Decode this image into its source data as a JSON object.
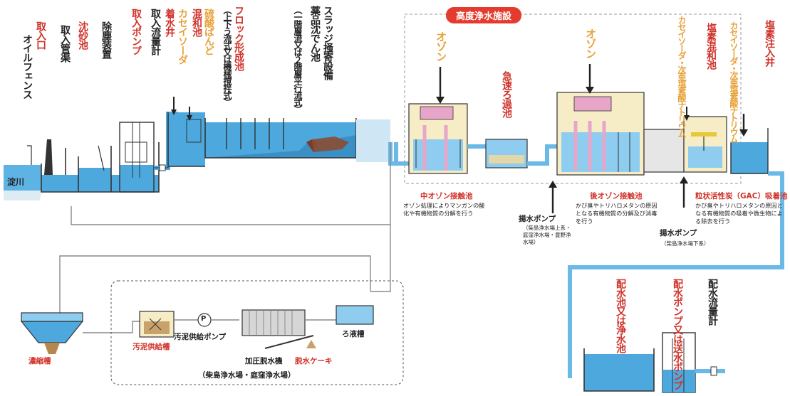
{
  "labels": {
    "oil_fence": "オイルフェンス",
    "intake": "取入口",
    "intake_culvert": "取入管渠",
    "grit_basin": "沈砂池",
    "dust_remover": "除塵装置",
    "intake_pump": "取入ポンプ",
    "intake_flowmeter": "取入流量計",
    "receiving_well": "着水井",
    "caustic_soda": "カセイソーダ",
    "mixing_basin": "混和池",
    "aluminum_sulfate": "硫酸ばんど",
    "flocculation_basin": "フロック形成池",
    "flocculation_note": "（上下う流式又は機械撹拌式）",
    "sedimentation_basin": "薬品沈でん池",
    "sedimentation_note": "（一階層流又は２階層平行流式）",
    "sludge_scraper": "スラッジ掻寄設備",
    "river": "淀川",
    "ozone_1": "オゾン",
    "ozone_2": "オゾン",
    "rapid_sand_filter": "急速ろ過池",
    "chlorine": "塩素混和池",
    "hypochlorite_1": "カセイソーダ・次亜塩素酸ナトリウム",
    "hypochlorite_2": "カセイソーダ・次亜塩素酸ナトリウム",
    "chlorine_injection_well": "塩素注入井",
    "mid_ozone_title": "中オゾン接触池",
    "mid_ozone_note": "オゾン処理によりマンガンの酸化や有機物質の分解を行う",
    "post_ozone_title": "後オゾン接触池",
    "post_ozone_note": "かび臭やトリハロメタンの原因となる有機物質の分解及び消毒を行う",
    "gac_title": "粒状活性炭（GAC）吸着池",
    "gac_note": "かび臭やトリハロメタンの原因となる有機物質の吸着や微生物による除去を行う",
    "lift_pump_1": "揚水ポンプ",
    "lift_pump_1_note": "（柴島浄水場上系・庭窪浄水場・豊野浄水場）",
    "lift_pump_2": "揚水ポンプ",
    "lift_pump_2_note": "（柴島浄水場下系）",
    "distribution_reservoir": "配水池又は浄水池",
    "distribution_pump": "配水ポンプ又は送水ポンプ",
    "distribution_flowmeter": "配水流量計",
    "thickener": "濃縮槽",
    "sludge_supply_tank": "汚泥供給槽",
    "sludge_supply_pump": "汚泥供給ポンプ",
    "pump_symbol": "P",
    "filter_press": "加圧脱水機",
    "dewatered_cake": "脱水ケーキ",
    "filtrate_tank": "ろ液槽",
    "sludge_plant": "（柴島浄水場・庭窪浄水場）",
    "advanced_facility": "高度浄水施設"
  },
  "colors": {
    "water": "#4da8de",
    "water_light": "#9ad3f0",
    "accent_red": "#d0322a",
    "accent_orange": "#e8a23a",
    "title_red": "#e43b2e",
    "pipe": "#8a8a8a",
    "ozone_pink": "#e7a6c9",
    "tank_cream": "#f6edc6"
  }
}
